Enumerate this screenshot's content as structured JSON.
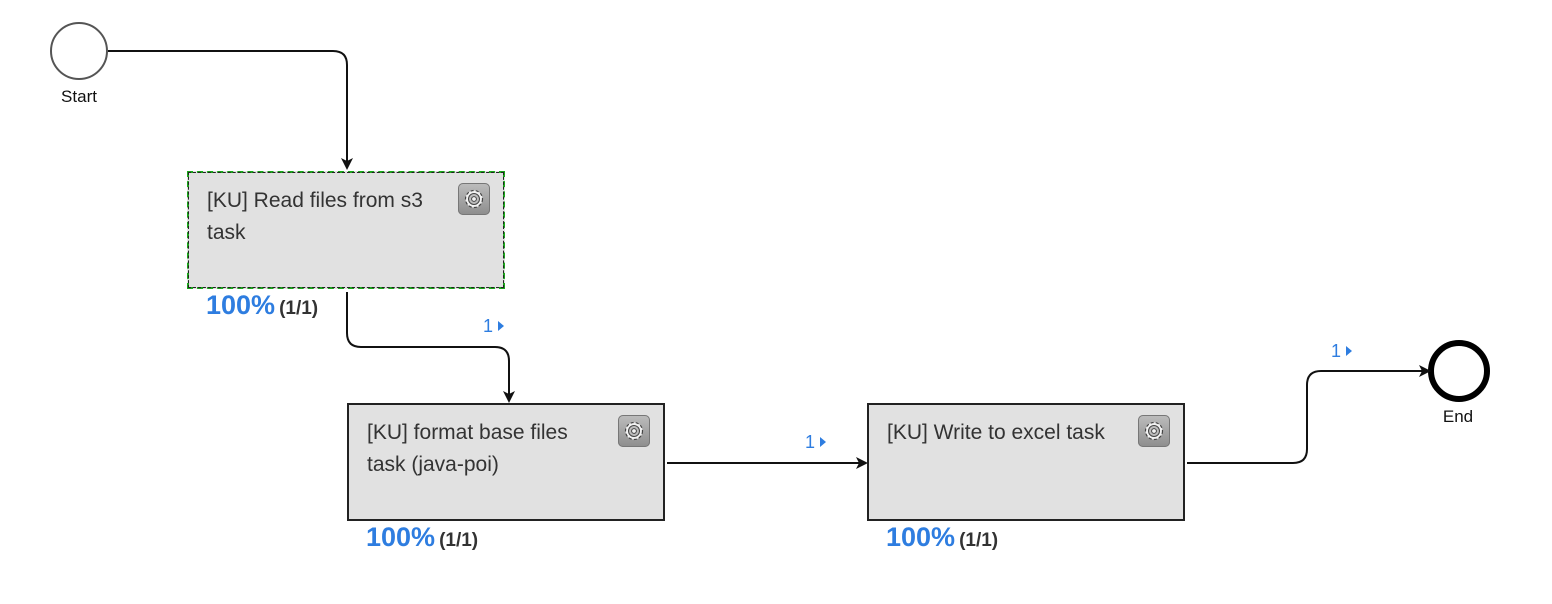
{
  "events": {
    "start": {
      "label": "Start"
    },
    "end": {
      "label": "End"
    }
  },
  "tasks": [
    {
      "name": "[KU] Read files from s3 task",
      "percent": "100%",
      "count": "(1/1)",
      "selected": true,
      "icon": "gear-icon"
    },
    {
      "name": "[KU] format base files task (java-poi)",
      "percent": "100%",
      "count": "(1/1)",
      "selected": false,
      "icon": "gear-icon"
    },
    {
      "name": "[KU] Write to excel task",
      "percent": "100%",
      "count": "(1/1)",
      "selected": false,
      "icon": "gear-icon"
    }
  ],
  "flows": [
    {
      "count": "1"
    },
    {
      "count": "1"
    },
    {
      "count": "1"
    }
  ],
  "colors": {
    "accent": "#2e7de0",
    "task_fill": "#e1e1e1",
    "selected_border": "#1aa51a",
    "edge": "#111111"
  }
}
